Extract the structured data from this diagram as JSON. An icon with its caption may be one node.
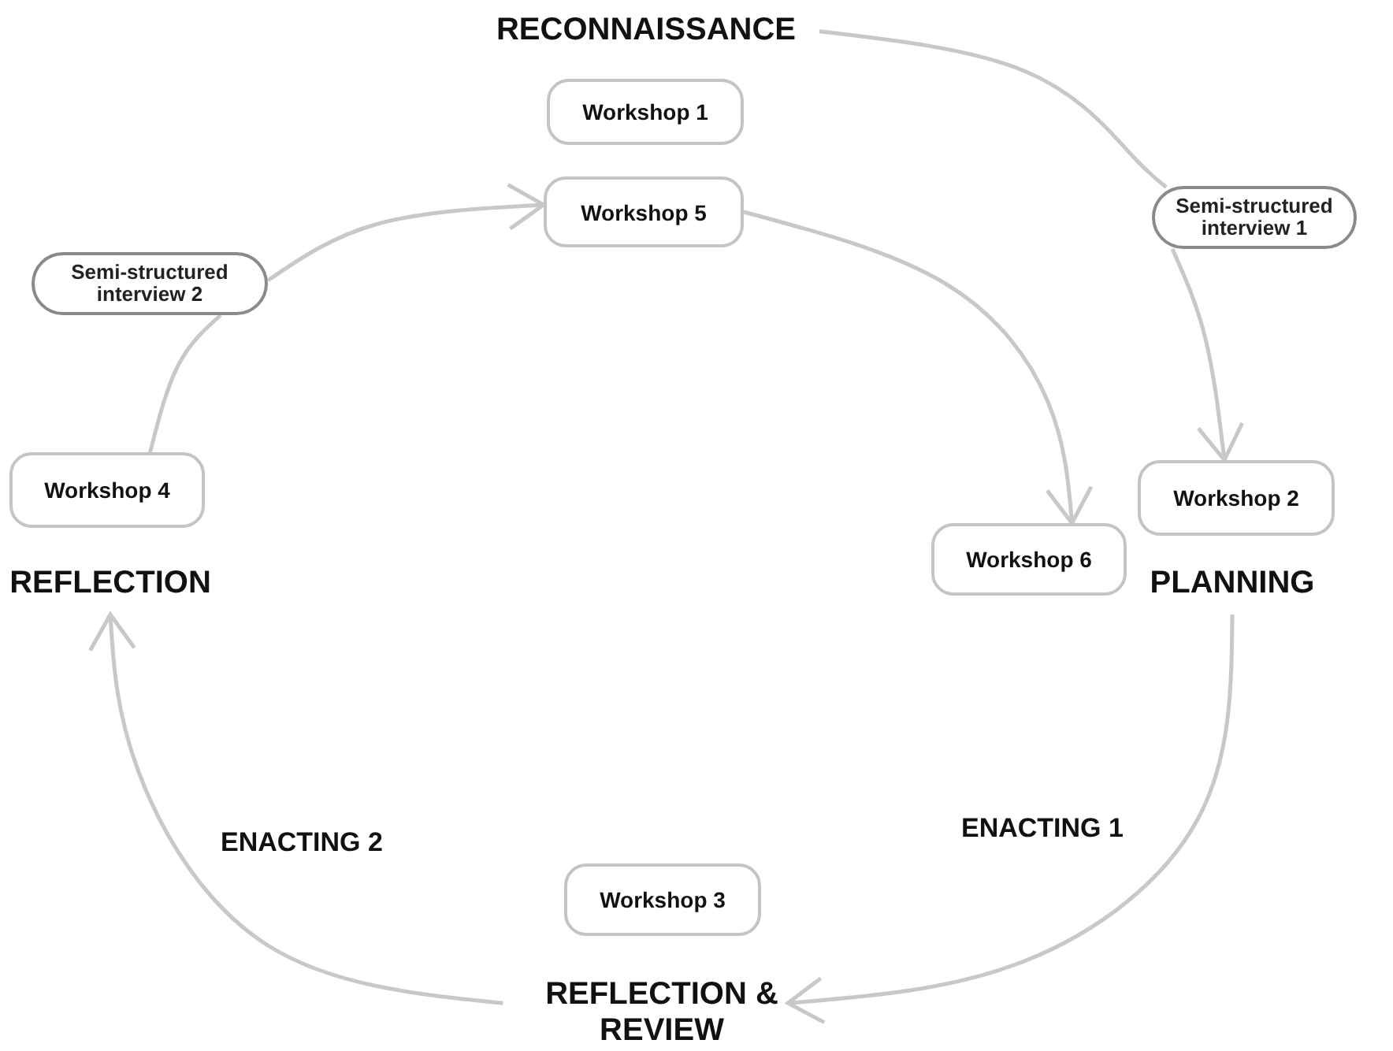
{
  "diagram": {
    "nodes": [
      {
        "text": [
          "RECONNAISSANCE"
        ]
      },
      {
        "text": [
          "Workshop 1"
        ]
      },
      {
        "text": [
          "Workshop 5"
        ]
      },
      {
        "text": [
          "Semi-structured interview 1"
        ]
      },
      {
        "text": [
          "Semi-structured interview 2"
        ]
      },
      {
        "text": [
          "Workshop 4"
        ]
      },
      {
        "text": [
          "REFLECTION"
        ]
      },
      {
        "text": [
          "Workshop 2"
        ]
      },
      {
        "text": [
          "Workshop 6"
        ]
      },
      {
        "text": [
          "PLANNING"
        ]
      },
      {
        "text": [
          "Workshop 3"
        ]
      },
      {
        "text": [
          "REFLECTION & REVIEW"
        ]
      }
    ],
    "edges": [
      {
        "from": 0,
        "to": 3,
        "arrow": "none"
      },
      {
        "from": 3,
        "to": 7,
        "arrow": "to"
      },
      {
        "from": 9,
        "to": 11,
        "arrow": "to"
      },
      {
        "from": 11,
        "to": 6,
        "arrow": "to"
      },
      {
        "from": 5,
        "to": 4,
        "arrow": "none"
      },
      {
        "from": 4,
        "to": 2,
        "arrow": "to"
      },
      {
        "from": 2,
        "to": 8,
        "arrow": "to"
      }
    ],
    "labels": [
      "ENACTING 2",
      "ENACTING 1"
    ]
  }
}
